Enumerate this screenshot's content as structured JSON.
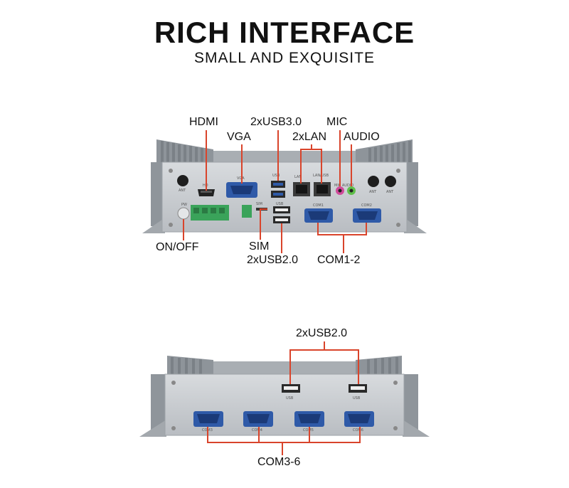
{
  "heading": {
    "title": "RICH INTERFACE",
    "subtitle": "SMALL AND EXQUISITE"
  },
  "top_panel": {
    "callouts": {
      "hdmi": "HDMI",
      "vga": "VGA",
      "usb30": "2xUSB3.0",
      "lan": "2xLAN",
      "mic": "MIC",
      "audio": "AUDIO",
      "onoff": "ON/OFF",
      "sim": "SIM",
      "usb20": "2xUSB2.0",
      "com12": "COM1-2"
    },
    "silkscreen": [
      "ANT",
      "HD",
      "VGA",
      "USB",
      "LAN",
      "LAN/USB",
      "MIC AUDIO",
      "ANT",
      "ANT",
      "PW",
      "SIM",
      "USB",
      "COM1",
      "COM2"
    ]
  },
  "bottom_panel": {
    "callouts": {
      "usb20": "2xUSB2.0",
      "com36": "COM3-6"
    },
    "silkscreen": [
      "USB",
      "USB",
      "COM3",
      "COM4",
      "COM5",
      "COM6"
    ]
  },
  "colors": {
    "callout_line": "#d9442b",
    "chassis": "#c9cdd1",
    "port_blue": "#2f5aa8",
    "terminal_green": "#3aa35a"
  }
}
